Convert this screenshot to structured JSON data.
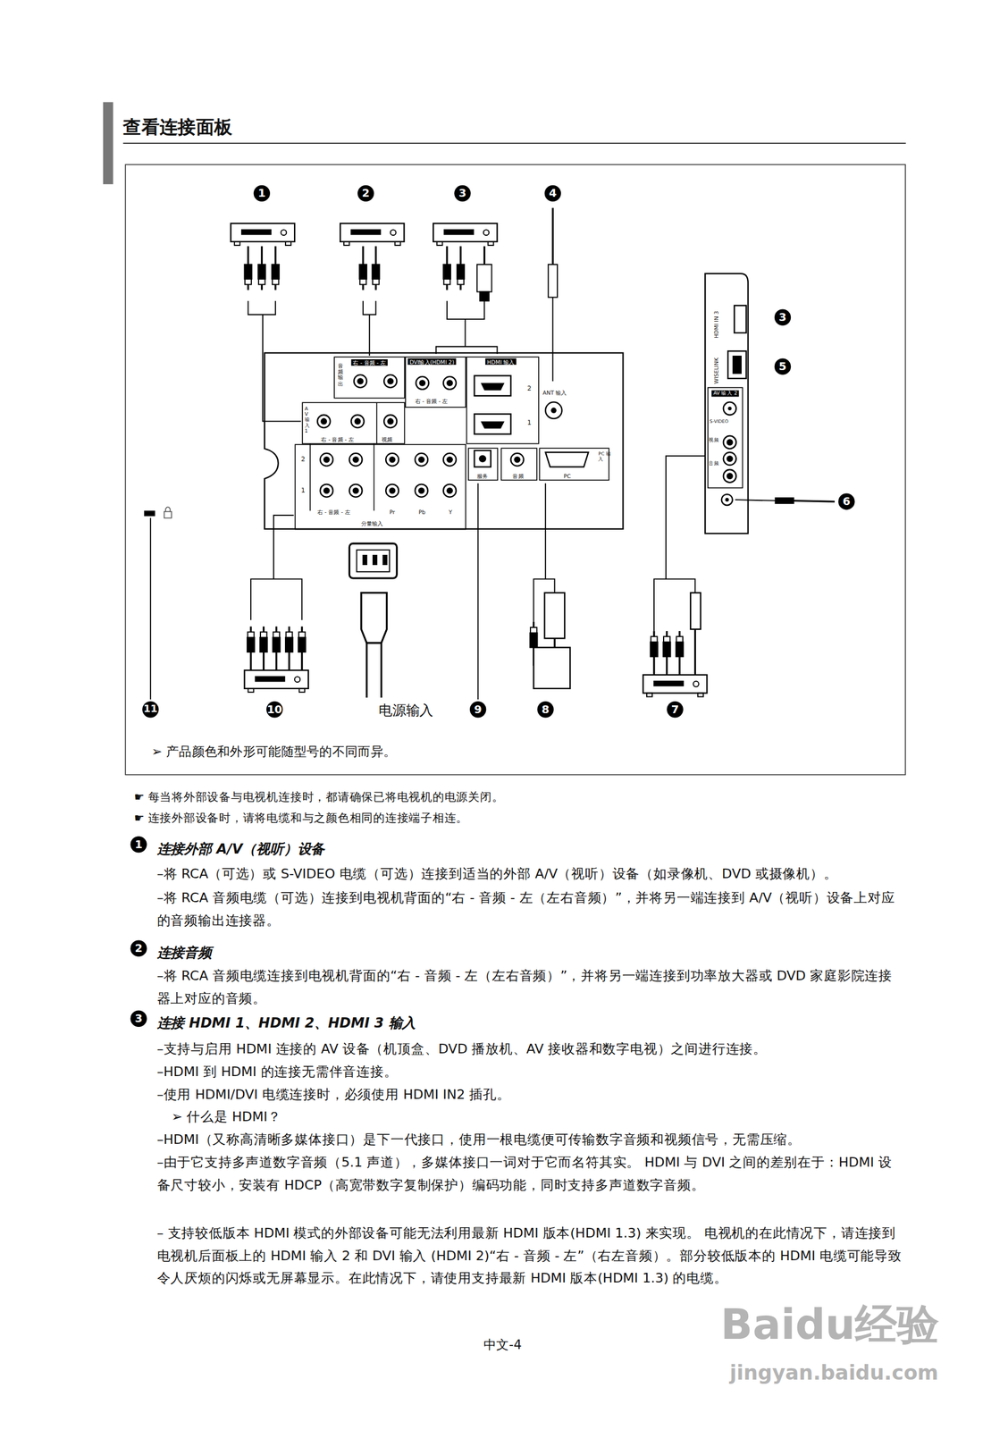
{
  "diagram": {
    "title": "查看连接面板",
    "nodes": [
      {
        "text": [
          "➢ 产品颜色和外形可能随型号的不同而异。"
        ]
      },
      {
        "text": [
          "右 - 音频 - 左",
          "音频输出"
        ],
        "in": 0
      },
      {
        "text": [
          "DVI输入(HDMI 2)",
          "右 - 音频 - 左"
        ],
        "in": 0
      },
      {
        "text": [
          "HDMI 输入",
          "2",
          "1"
        ],
        "in": 0
      },
      {
        "text": [
          "ANT 输入"
        ],
        "in": 0
      },
      {
        "text": [
          "AV 输入 1",
          "右 - 音频 - 左",
          "视频"
        ],
        "in": 0
      },
      {
        "text": [
          "2",
          "1",
          "右 - 音频 - 左",
          "Pr",
          "Pb",
          "Y",
          "分量输入"
        ],
        "in": 0
      },
      {
        "text": [
          "服务"
        ],
        "in": 0
      },
      {
        "text": [
          "音频"
        ],
        "in": 0
      },
      {
        "text": [
          "PC",
          "PC 输入"
        ],
        "in": 0
      },
      {
        "text": [
          "HDMI IN 3",
          "WISELINK",
          "AV 输入 2",
          "S-VIDEO",
          "视频",
          "音频"
        ],
        "in": 0
      }
    ],
    "labels": [
      "1",
      "2",
      "3",
      "4",
      "3",
      "5",
      "6",
      "11",
      "10",
      "电源输入",
      "9",
      "8",
      "7",
      "☛ 每当将外部设备与电视机连接时，都请确保已将电视机的电源关闭。",
      "☛ 连接外部设备时，请将电缆和与之颜色相同的连接端子相连。",
      "1",
      "连接外部 A/V（视听）设备",
      "–将 RCA（可选）或 S-VIDEO 电缆（可选）连接到适当的外部 A/V（视听）设备（如录像机、DVD 或摄像机）。",
      "–将 RCA 音频电缆（可选）连接到电视机背面的“右 - 音频 - 左（左右音频）”，并将另一端连接到 A/V（视听）设备上对应的音频输出连接器。",
      "2",
      "连接音频",
      "–将 RCA 音频电缆连接到电视机背面的“右 - 音频 - 左（左右音频）”，并将另一端连接到功率放大器或 DVD 家庭影院连接器上对应的音频。",
      "3",
      "连接 HDMI 1、HDMI 2、HDMI 3 输入",
      "–支持与启用 HDMI 连接的 AV 设备（机顶盒、DVD 播放机、AV 接收器和数字电视）之间进行连接。",
      "–HDMI 到 HDMI 的连接无需伴音连接。",
      "–使用 HDMI/DVI 电缆连接时，必须使用 HDMI IN2 插孔。",
      "➢ 什么是 HDMI？",
      "–HDMI（又称高清晰多媒体接口）是下一代接口，使用一根电缆便可传输数字音频和视频信号，无需压缩。",
      "–由于它支持多声道数字音频（5.1 声道），多媒体接口一词对于它而名符其实。 HDMI 与 DVI 之间的差别在于：HDMI 设备尺寸较小，安装有 HDCP（高宽带数字复制保护）编码功能，同时支持多声道数字音频。",
      "– 支持较低版本 HDMI 模式的外部设备可能无法利用最新 HDMI 版本(HDMI 1.3) 来实现。 电视机的在此情况下，请连接到电视机后面板上的 HDMI 输入 2 和 DVI 输入 (HDMI 2)“右 - 音频 - 左”（右左音频）。部分较低版本的 HDMI 电缆可能导致令人厌烦的闪烁或无屏幕显示。在此情况下，请使用支持最新 HDMI 版本(HDMI 1.3) 的电缆。",
      "中文-4",
      "Baidu经验",
      "jingyan.baidu.com"
    ]
  }
}
